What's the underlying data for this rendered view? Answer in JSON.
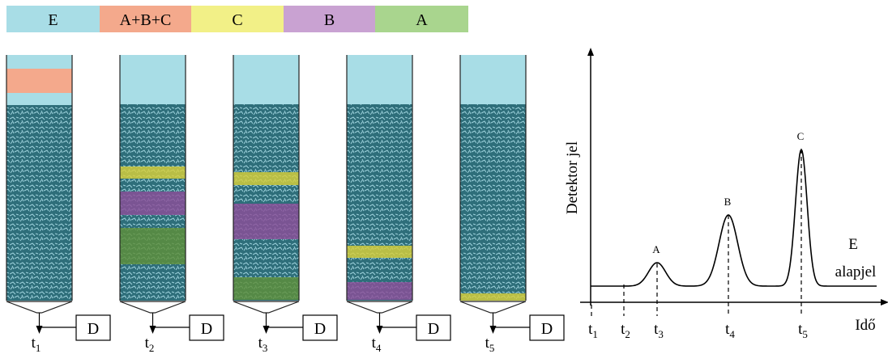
{
  "legend": [
    {
      "label": "E",
      "color": "#A8DDE6"
    },
    {
      "label": "A+B+C",
      "color": "#F4A98C"
    },
    {
      "label": "C",
      "color": "#F2F087"
    },
    {
      "label": "B",
      "color": "#C9A2D2"
    },
    {
      "label": "A",
      "color": "#A9D58E"
    }
  ],
  "colors": {
    "eluent": "#A8DDE6",
    "mixture": "#F4A98C",
    "comp_A": "#5E8F3A",
    "comp_B": "#8B4E98",
    "comp_C": "#D8D03A",
    "packing": "#2E6E7A",
    "packing_fleck": "#9FD3DD"
  },
  "columns": [
    {
      "time_label": "t",
      "time_sub": "1",
      "detector": "D"
    },
    {
      "time_label": "t",
      "time_sub": "2",
      "detector": "D"
    },
    {
      "time_label": "t",
      "time_sub": "3",
      "detector": "D"
    },
    {
      "time_label": "t",
      "time_sub": "4",
      "detector": "D"
    },
    {
      "time_label": "t",
      "time_sub": "5",
      "detector": "D"
    }
  ],
  "chromatogram": {
    "y_axis_label": "Detektor jel",
    "x_axis_label": "Idő",
    "baseline_label_top": "E",
    "baseline_label_bottom": "alapjel",
    "peaks": [
      {
        "label": "A"
      },
      {
        "label": "B"
      },
      {
        "label": "C"
      }
    ],
    "time_ticks": [
      {
        "label": "t",
        "sub": "1"
      },
      {
        "label": "t",
        "sub": "2"
      },
      {
        "label": "t",
        "sub": "3"
      },
      {
        "label": "t",
        "sub": "4"
      },
      {
        "label": "t",
        "sub": "5"
      }
    ]
  }
}
